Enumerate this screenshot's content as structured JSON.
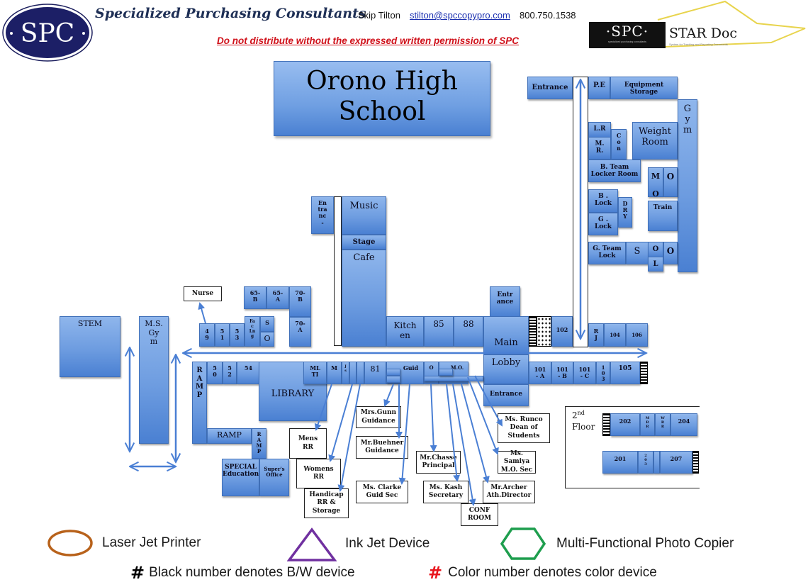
{
  "header": {
    "logo_text": "SPC",
    "company_name": "Specialized Purchasing Consultants",
    "contact_name": "Skip Tilton",
    "contact_email": "stilton@spccopypro.com",
    "contact_phone": "800.750.1538",
    "warning": "Do not distribute without the expressed written permission of SPC",
    "star_doc_logo": {
      "left_text": "·SPC·",
      "left_subtext": "specialized purchasing consultants",
      "right_text": "STAR Doc",
      "right_subtext": "System for Tracking and Reporting Documents"
    }
  },
  "map": {
    "title": "Orono High\nSchool",
    "rooms": {
      "entrance_ne": "Entrance",
      "pe": "P.E",
      "equipment_storage": "Equipment Storage",
      "gym": "G\ny\nm",
      "lr": "L.R",
      "mr": "M.\nR.",
      "con": "C\no\nn",
      "weight_room": "Weight\nRoom",
      "b_team_locker": "B. Team\nLocker Room",
      "m_o": "M\n\nO",
      "o_upper": "O",
      "b_lock": "B .\nLock",
      "g_lock": "G .\nLock",
      "dry": "D\nR\nY",
      "train": "Train",
      "g_team_lock": "G. Team\nLock",
      "s_lower": "S",
      "o_small": "O",
      "l_small": "L",
      "o_lower": "O",
      "entrance_music": "En\ntra\nnc\n-",
      "music": "Music",
      "stage": "Stage",
      "cafe": "Cafe",
      "kitchen": "Kitch\nen",
      "r85": "85",
      "r88": "88",
      "entrance_mid": "Entr\nance",
      "main_lobby_top": "Main",
      "main_lobby_bottom": "Lobby",
      "entrance_lobby": "Entrance",
      "r102": "102",
      "rj": "R\nJ",
      "r104": "104",
      "r106": "106",
      "r101a": "101\n- A",
      "r101b": "101\n- B",
      "r101c": "101\n- C",
      "r103": "1\n0\n3",
      "r105": "105",
      "r65b": "65-\nB",
      "r65a": "65-\nA",
      "r70b": "70-\nB",
      "r70a": "70-\nA",
      "r49": "4\n9",
      "r51": "5\n1",
      "r53": "5\n3",
      "fac_lng": "Fa\nc\nLn\ng",
      "s_fac": "S",
      "o_fac": "O",
      "stem": "STEM",
      "ms_gym": "M.S.\nGy\nm",
      "ramp_vert": "R\nA\nM\nP",
      "r50": "5\n0",
      "r52": "5\n2",
      "r54": "54",
      "library": "LIBRARY",
      "mlti": "ML\nTI",
      "m_room": "M",
      "js": "J\ns",
      "r81": "81",
      "guid": "Guid",
      "o_guid": "O",
      "mo": "M.O.",
      "ramp_horiz": "RAMP",
      "ramp_small": "R\nA\nM\nP",
      "special_ed": "SPECIAL\nEducation",
      "supers_office": "Super's\nOffice"
    },
    "callouts": {
      "nurse": "Nurse",
      "mens_rr": "Mens\nRR",
      "womens_rr": "Womens\nRR",
      "handicap_rr": "Handicap\nRR &\nStorage",
      "mrs_gunn": "Mrs.Gunn\nGuidance",
      "mr_buehner": "Mr.Buehner\nGuidance",
      "ms_clarke": "Ms. Clarke\nGuid Sec",
      "mr_chasse": "Mr.Chasse\nPrincipal",
      "ms_kash": "Ms. Kash\nSecretary",
      "conf_room": "CONF\nROOM",
      "mr_archer": "Mr.Archer\nAth.Director",
      "ms_samiya": "Ms. Samiya\nM.O. Sec",
      "ms_runco": "Ms. Runco\nDean of\nStudents"
    },
    "second_floor": {
      "label": "2nd",
      "label_sup": "nd",
      "label_num": "2",
      "label_floor": "Floor",
      "r202": "202",
      "mrr": "M\nR\nR",
      "wrr": "W\nR\nR",
      "r204": "204",
      "r201": "201",
      "r203": "2\n0\n3",
      "r207": "207"
    }
  },
  "legend": {
    "items": [
      {
        "icon": "circle-icon",
        "label": "Laser Jet Printer",
        "color": "#b8621b"
      },
      {
        "icon": "triangle-icon",
        "label": "Ink Jet Device",
        "color": "#7030a0"
      },
      {
        "icon": "hexagon-icon",
        "label": "Multi-Functional Photo Copier",
        "color": "#1e9e4e"
      }
    ],
    "notes": [
      {
        "symbol": "#",
        "label": "Black number denotes B/W device",
        "color": "#000000"
      },
      {
        "symbol": "#",
        "label": "Color number denotes color device",
        "color": "#e8141c"
      }
    ]
  }
}
